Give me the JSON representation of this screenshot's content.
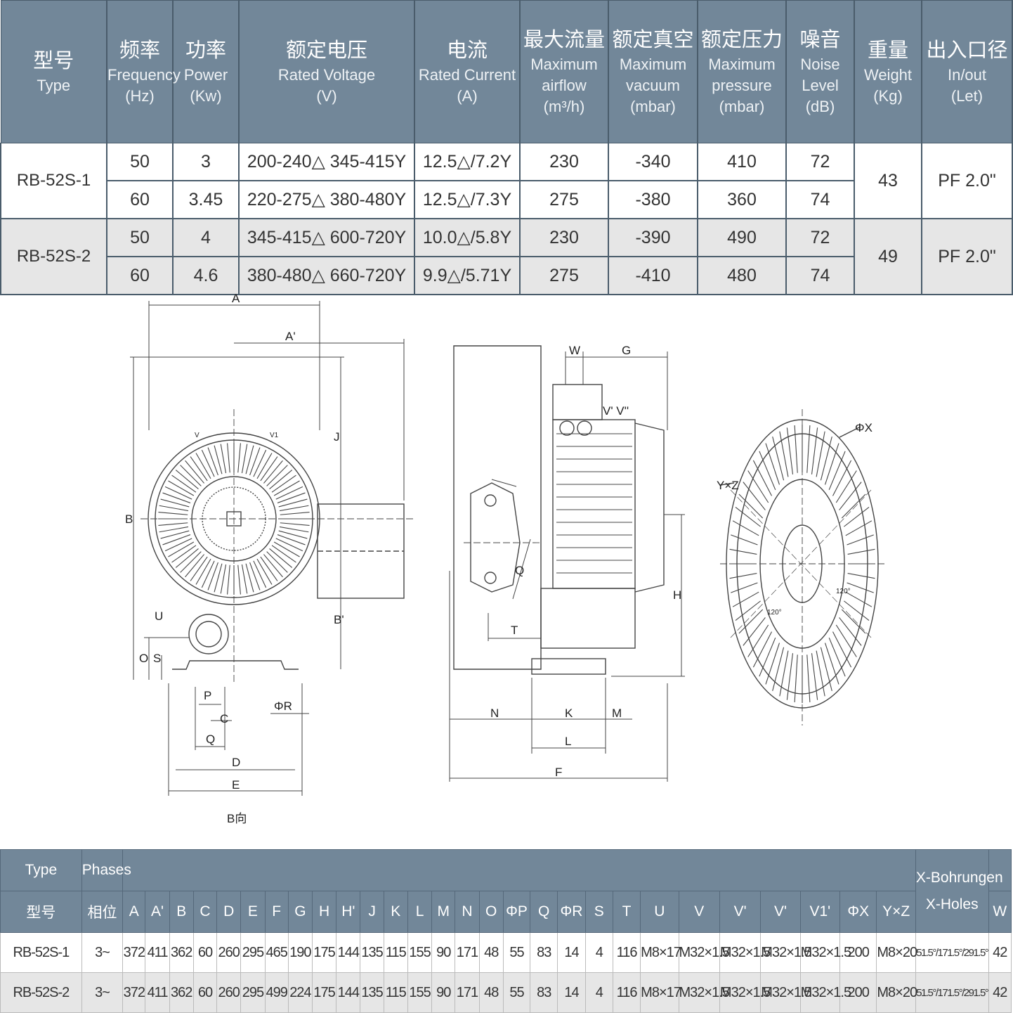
{
  "spec_table": {
    "headers": [
      {
        "zh": "型号",
        "en": [
          "Type"
        ]
      },
      {
        "zh": "频率",
        "en": [
          "Frequency",
          "(Hz)"
        ]
      },
      {
        "zh": "功率",
        "en": [
          "Power",
          "(Kw)"
        ]
      },
      {
        "zh": "额定电压",
        "en": [
          "Rated Voltage",
          "(V)"
        ]
      },
      {
        "zh": "电流",
        "en": [
          "Rated Current",
          "(A)"
        ]
      },
      {
        "zh": "最大流量",
        "en": [
          "Maximum",
          "airflow",
          "(m³/h)"
        ]
      },
      {
        "zh": "额定真空",
        "en": [
          "Maximum",
          "vacuum",
          "(mbar)"
        ]
      },
      {
        "zh": "额定压力",
        "en": [
          "Maximum",
          "pressure",
          "(mbar)"
        ]
      },
      {
        "zh": "噪音",
        "en": [
          "Noise Level",
          "(dB)"
        ]
      },
      {
        "zh": "重量",
        "en": [
          "Weight",
          "(Kg)"
        ]
      },
      {
        "zh": "出入口径",
        "en": [
          "In/out",
          "(Let)"
        ]
      }
    ],
    "models": [
      {
        "model": "RB-52S-1",
        "weight": "43",
        "inout": "PF 2.0\"",
        "rows": [
          {
            "freq": "50",
            "power": "3",
            "voltage": "200-240△ 345-415Y",
            "current": "12.5△/7.2Y",
            "airflow": "230",
            "vacuum": "-340",
            "pressure": "410",
            "noise": "72"
          },
          {
            "freq": "60",
            "power": "3.45",
            "voltage": "220-275△ 380-480Y",
            "current": "12.5△/7.3Y",
            "airflow": "275",
            "vacuum": "-380",
            "pressure": "360",
            "noise": "74"
          }
        ]
      },
      {
        "model": "RB-52S-2",
        "weight": "49",
        "inout": "PF 2.0\"",
        "rows": [
          {
            "freq": "50",
            "power": "4",
            "voltage": "345-415△ 600-720Y",
            "current": "10.0△/5.8Y",
            "airflow": "230",
            "vacuum": "-390",
            "pressure": "490",
            "noise": "72"
          },
          {
            "freq": "60",
            "power": "4.6",
            "voltage": "380-480△ 660-720Y",
            "current": "9.9△/5.71Y",
            "airflow": "275",
            "vacuum": "-410",
            "pressure": "480",
            "noise": "74"
          }
        ]
      }
    ]
  },
  "drawings": {
    "front_labels": {
      "A": "A",
      "A2": "A'",
      "B": "B",
      "B2": "B'",
      "J": "J",
      "U": "U",
      "O": "O",
      "S": "S",
      "P": "P",
      "C": "C",
      "Q": "Q",
      "R": "ΦR",
      "D": "D",
      "E": "E",
      "V": "V",
      "V1": "V1",
      "view": "B向"
    },
    "side_labels": {
      "W": "W",
      "G": "G",
      "V": "V' V''",
      "Q": "Q",
      "T": "T",
      "H": "H",
      "N": "N",
      "K": "K",
      "M": "M",
      "L": "L",
      "F": "F"
    },
    "rear_labels": {
      "X": "ΦX",
      "YZ": "Y×Z",
      "angle": "120°"
    }
  },
  "dim_table": {
    "header1": {
      "type": "Type",
      "phases": "Phases",
      "xholes1": "X-Bohrungen",
      "xholes2": "X-Holes"
    },
    "header2": {
      "type": "型号",
      "phases": "相位",
      "cols": [
        "A",
        "A'",
        "B",
        "C",
        "D",
        "E",
        "F",
        "G",
        "H",
        "H'",
        "J",
        "K",
        "L",
        "M",
        "N",
        "O",
        "ΦP",
        "Q",
        "ΦR",
        "S",
        "T",
        "U",
        "V",
        "V'",
        "V'",
        "V1'",
        "ΦX",
        "Y×Z"
      ],
      "w": "W"
    },
    "rows": [
      {
        "type": "RB-52S-1",
        "phases": "3~",
        "vals": [
          "372",
          "411",
          "362",
          "60",
          "260",
          "295",
          "465",
          "190",
          "175",
          "144",
          "135",
          "115",
          "155",
          "90",
          "171",
          "48",
          "55",
          "83",
          "14",
          "4",
          "116",
          "M8×17",
          "M32×1.5",
          "M32×1.5",
          "M32×1.5",
          "M32×1.5",
          "200",
          "M8×20"
        ],
        "xholes": "51.5°/171.5°/291.5°",
        "w": "42"
      },
      {
        "type": "RB-52S-2",
        "phases": "3~",
        "vals": [
          "372",
          "411",
          "362",
          "60",
          "260",
          "295",
          "499",
          "224",
          "175",
          "144",
          "135",
          "115",
          "155",
          "90",
          "171",
          "48",
          "55",
          "83",
          "14",
          "4",
          "116",
          "M8×17",
          "M32×1.5",
          "M32×1.5",
          "M32×1.5",
          "M32×1.5",
          "200",
          "M8×20"
        ],
        "xholes": "51.5°/171.5°/291.5°",
        "w": "42"
      }
    ]
  }
}
